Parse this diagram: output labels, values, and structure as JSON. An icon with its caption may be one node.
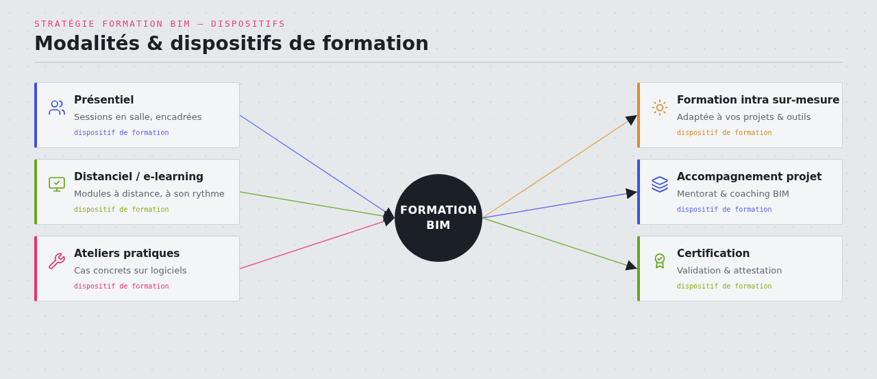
{
  "diagram": {
    "title": "Modalités & dispositifs de formation",
    "nodes": [
      {
        "text": [
          "Présentiel",
          "Sessions en salle, encadrées",
          "dispositif de formation"
        ]
      },
      {
        "text": [
          "Distanciel / e-learning",
          "Modules à distance, à son rythme",
          "dispositif de formation"
        ]
      },
      {
        "text": [
          "Ateliers pratiques",
          "Cas concrets sur logiciels",
          "dispositif de formation"
        ]
      },
      {
        "text": [
          "FORMATION BIM"
        ]
      },
      {
        "text": [
          "Formation intra sur-mesure",
          "Adaptée à vos projets & outils",
          "dispositif de formation"
        ]
      },
      {
        "text": [
          "Accompagnement projet",
          "Mentorat & coaching BIM",
          "dispositif de formation"
        ]
      },
      {
        "text": [
          "Certification",
          "Validation & attestation",
          "dispositif de formation"
        ]
      }
    ],
    "edges": [
      {
        "from": 0,
        "to": 3,
        "arrow": "to",
        "color": "#6b74ee"
      },
      {
        "from": 1,
        "to": 3,
        "arrow": "to",
        "color": "#7db346"
      },
      {
        "from": 2,
        "to": 3,
        "arrow": "to",
        "color": "#e8608a"
      },
      {
        "from": 3,
        "to": 4,
        "arrow": "to",
        "color": "#e3a857"
      },
      {
        "from": 3,
        "to": 5,
        "arrow": "to",
        "color": "#6b74ee"
      },
      {
        "from": 3,
        "to": 6,
        "arrow": "to",
        "color": "#7db346"
      }
    ],
    "labels": [
      "STRATÉGIE FORMATION BIM — DISPOSITIFS"
    ]
  }
}
